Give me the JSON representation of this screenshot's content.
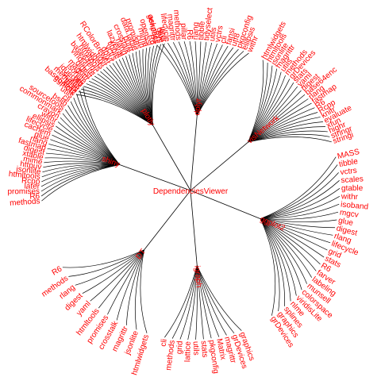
{
  "diagram": {
    "type": "radial-dependency-tree",
    "root_label": "DependenciesViewer",
    "edge_color": "#000000",
    "label_color": "#ff0000",
    "branches": [
      {
        "hub_label": "shiny",
        "leaves": [
          "methods",
          "R6",
          "promises",
          "later",
          "Rcpp",
          "htmltools",
          "jsonlite",
          "httpuv",
          "mime",
          "xtable",
          "digest",
          "fastmap",
          "rlang",
          "glue",
          "cachem",
          "lifecycle",
          "ellipsis",
          "withr",
          "crayon",
          "commonmark",
          "sourcetools",
          "bslib",
          "cli",
          "utils",
          "base64enc",
          "memoise",
          "jquerylib"
        ]
      },
      {
        "hub_label": "DT",
        "leaves": [
          "htmlwidgets",
          "jsonlite",
          "magrittr",
          "crosstalk",
          "promises",
          "htmltools",
          "yaml",
          "digest",
          "rlang",
          "methods",
          "R6"
        ]
      },
      {
        "hub_label": "igraph",
        "leaves": [
          "graphics",
          "grDevices",
          "magrittr",
          "Matrix",
          "pkgconfig",
          "stats",
          "utils",
          "lattice",
          "grid",
          "methods",
          "cli"
        ]
      },
      {
        "hub_label": "ggplot2",
        "leaves": [
          "MASS",
          "tibble",
          "vctrs",
          "scales",
          "gtable",
          "withr",
          "isoband",
          "mgcv",
          "glue",
          "digest",
          "rlang",
          "lifecycle",
          "grid",
          "stats",
          "R6",
          "farver",
          "labeling",
          "munsell",
          "colorspace",
          "viridisLite",
          "nlme",
          "splines",
          "graphics",
          "grDevices"
        ]
      },
      {
        "hub_label": "visNetwork",
        "leaves": [
          "htmlwidgets",
          "htmltools",
          "jsonlite",
          "magrittr",
          "utils",
          "methods",
          "grDevices",
          "stats",
          "yaml",
          "digest",
          "base64enc",
          "rlang",
          "fastmap",
          "R6",
          "Rcpp",
          "knitr",
          "evaluate",
          "xfun",
          "highr",
          "stringr",
          "stringi"
        ]
      },
      {
        "hub_label": "dplyr",
        "leaves": [
          "generics",
          "glue",
          "lifecycle",
          "magrittr",
          "methods",
          "pillar",
          "R6",
          "rlang",
          "tibble",
          "tidyselect",
          "utils",
          "vctrs",
          "cli",
          "fansi",
          "utf8",
          "pkgconfig",
          "ellipsis",
          "withr"
        ]
      },
      {
        "hub_label": "plotly",
        "leaves": [
          "ggplot2",
          "tools",
          "scales",
          "httr",
          "jsonlite",
          "magrittr",
          "digest",
          "viridisLite",
          "base64enc",
          "htmltools",
          "htmlwidgets",
          "tidyr",
          "RColorBrewer",
          "dplyr",
          "vctrs",
          "tibble",
          "lazyeval",
          "rlang",
          "crosstalk",
          "purrr",
          "data.table",
          "promises",
          "curl",
          "mime",
          "openssl",
          "R6",
          "askpass",
          "sys",
          "later"
        ]
      }
    ]
  }
}
